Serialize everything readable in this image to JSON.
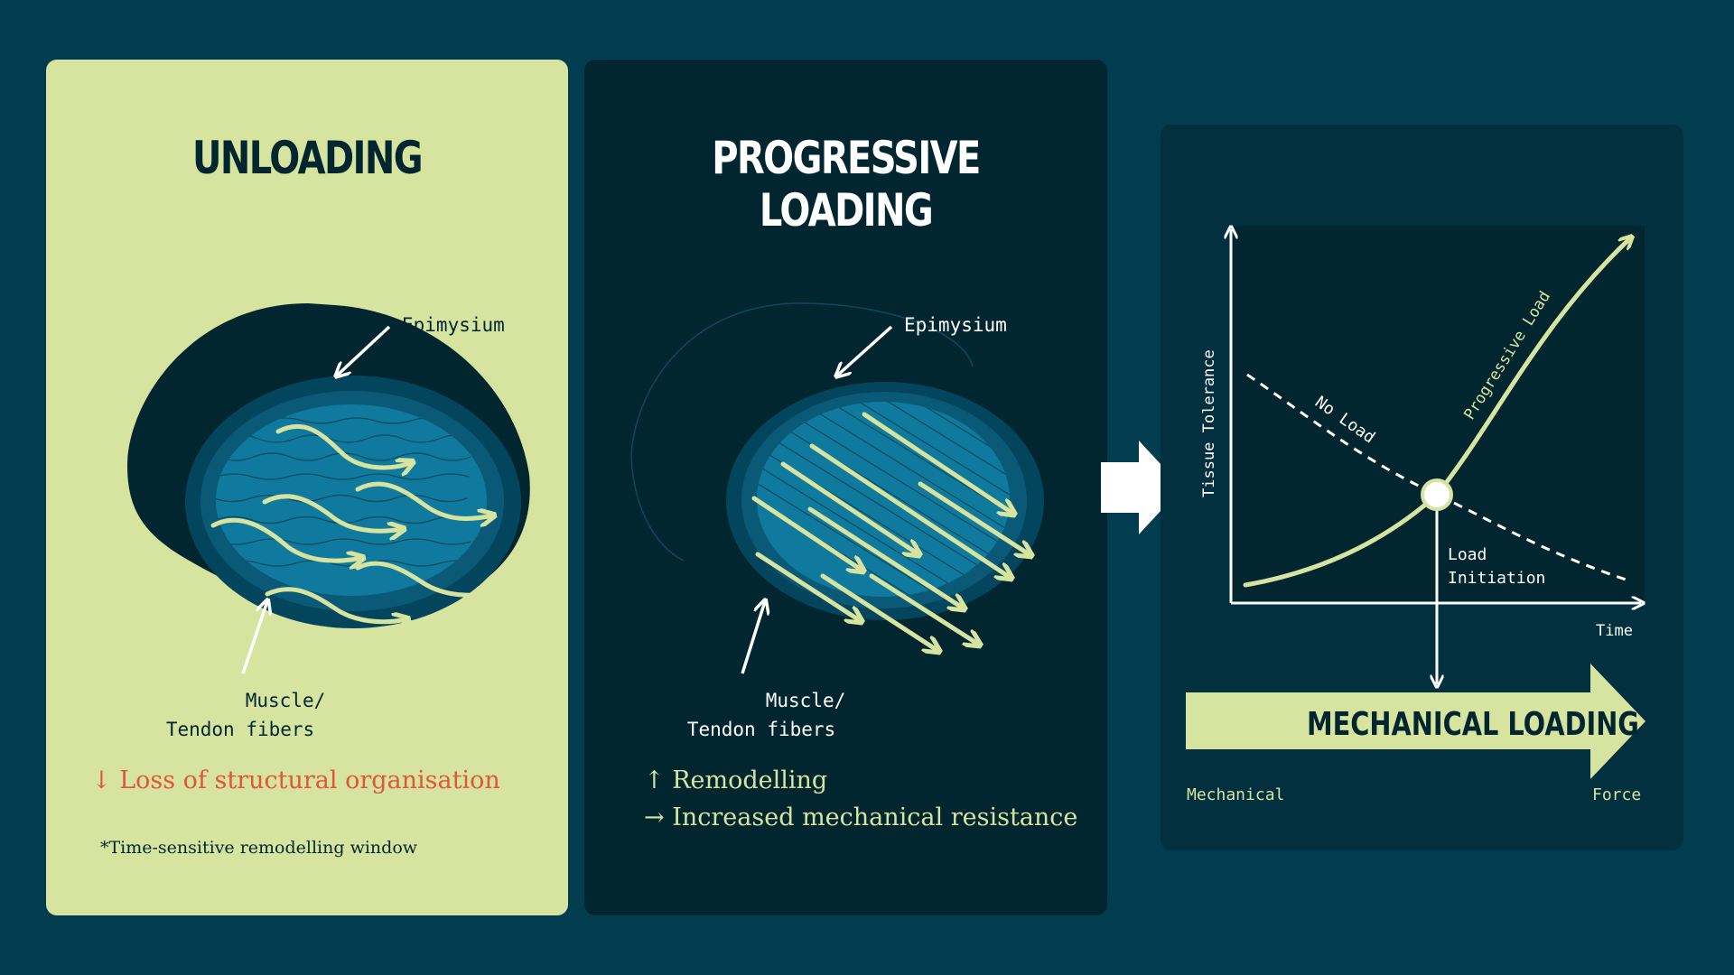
{
  "panels": {
    "unloading": {
      "title": "UNLOADING",
      "epimysium_label": "Epimysium",
      "fibers_label_line1": "Muscle/",
      "fibers_label_line2": "Tendon fibers",
      "effect": "↓ Loss of structural organisation",
      "footnote": "*Time-sensitive remodelling window"
    },
    "progressive": {
      "title": "PROGRESSIVE LOADING",
      "epimysium_label": "Epimysium",
      "fibers_label_line1": "Muscle/",
      "fibers_label_line2": "Tendon fibers",
      "effect_line1": "↑ Remodelling",
      "effect_line2": "→ Increased mechanical resistance"
    }
  },
  "chart": {
    "y_axis_label": "Tissue Tolerance",
    "x_axis_label": "Time",
    "curve_no_load": "No Load",
    "curve_progressive": "Progressive Load",
    "intersection_label_line1": "Load",
    "intersection_label_line2": "Initiation",
    "banner": "MECHANICAL LOADING",
    "footer_left": "Mechanical",
    "footer_right": "Force"
  },
  "colors": {
    "background": "#023d4f",
    "lime": "#d6e4a0",
    "dark": "#022630",
    "red_text": "#e2553b",
    "fiber_blue": "#0f7a9e"
  }
}
